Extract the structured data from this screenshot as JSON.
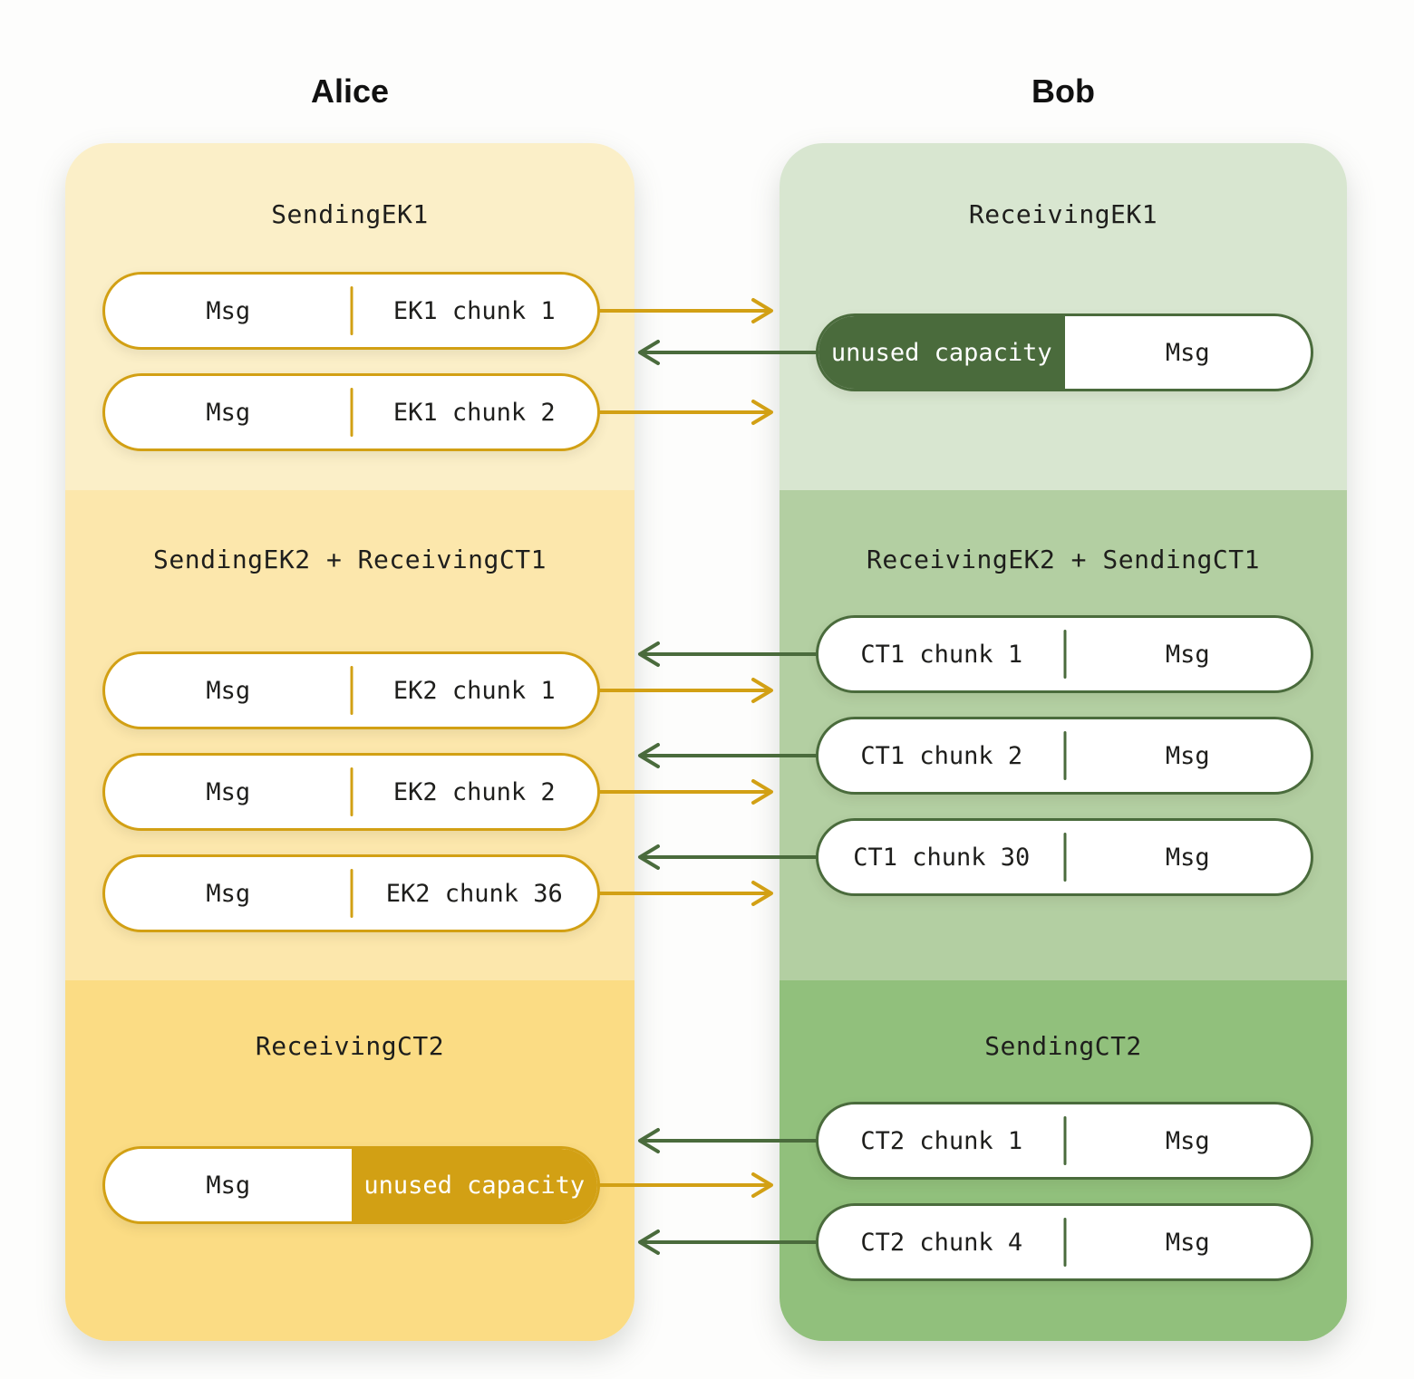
{
  "theme": {
    "gold": "#D2A014",
    "green": "#4A6B3C",
    "text": "#1E1E1C",
    "alice_s0": "#FBEFC8",
    "alice_s1": "#FCE7AC",
    "alice_s2": "#FBDC84",
    "bob_s0": "#D8E6D0",
    "bob_s1": "#B3CFA2",
    "bob_s2": "#91C07C"
  },
  "columns": {
    "alice": {
      "title": "Alice",
      "sections": [
        {
          "label": "SendingEK1",
          "pills": [
            {
              "left": "Msg",
              "right": "EK1 chunk 1",
              "variant": "outline"
            },
            {
              "left": "Msg",
              "right": "EK1 chunk 2",
              "variant": "outline"
            }
          ]
        },
        {
          "label": "SendingEK2 + ReceivingCT1",
          "pills": [
            {
              "left": "Msg",
              "right": "EK2 chunk 1",
              "variant": "outline"
            },
            {
              "left": "Msg",
              "right": "EK2 chunk 2",
              "variant": "outline"
            },
            {
              "left": "Msg",
              "right": "EK2 chunk 36",
              "variant": "outline"
            }
          ]
        },
        {
          "label": "ReceivingCT2",
          "pills": [
            {
              "left": "Msg",
              "right": "unused capacity",
              "variant": "fill-right"
            }
          ]
        }
      ]
    },
    "bob": {
      "title": "Bob",
      "sections": [
        {
          "label": "ReceivingEK1",
          "pills": [
            {
              "left": "unused capacity",
              "right": "Msg",
              "variant": "fill-left"
            }
          ]
        },
        {
          "label": "ReceivingEK2 + SendingCT1",
          "pills": [
            {
              "left": "CT1 chunk 1",
              "right": "Msg",
              "variant": "outline"
            },
            {
              "left": "CT1 chunk 2",
              "right": "Msg",
              "variant": "outline"
            },
            {
              "left": "CT1 chunk 30",
              "right": "Msg",
              "variant": "outline"
            }
          ]
        },
        {
          "label": "SendingCT2",
          "pills": [
            {
              "left": "CT2 chunk 1",
              "right": "Msg",
              "variant": "outline"
            },
            {
              "left": "CT2 chunk 4",
              "right": "Msg",
              "variant": "outline"
            }
          ]
        }
      ]
    }
  },
  "arrows": [
    {
      "source": "alice",
      "section": 0,
      "pill": 0,
      "direction": "right",
      "color": "gold"
    },
    {
      "source": "bob",
      "section": 0,
      "pill": 0,
      "direction": "left",
      "color": "green"
    },
    {
      "source": "alice",
      "section": 0,
      "pill": 1,
      "direction": "right",
      "color": "gold"
    },
    {
      "source": "bob",
      "section": 1,
      "pill": 0,
      "direction": "left",
      "color": "green"
    },
    {
      "source": "alice",
      "section": 1,
      "pill": 0,
      "direction": "right",
      "color": "gold"
    },
    {
      "source": "bob",
      "section": 1,
      "pill": 1,
      "direction": "left",
      "color": "green"
    },
    {
      "source": "alice",
      "section": 1,
      "pill": 1,
      "direction": "right",
      "color": "gold"
    },
    {
      "source": "bob",
      "section": 1,
      "pill": 2,
      "direction": "left",
      "color": "green"
    },
    {
      "source": "alice",
      "section": 1,
      "pill": 2,
      "direction": "right",
      "color": "gold"
    },
    {
      "source": "bob",
      "section": 2,
      "pill": 0,
      "direction": "left",
      "color": "green"
    },
    {
      "source": "alice",
      "section": 2,
      "pill": 0,
      "direction": "right",
      "color": "gold"
    },
    {
      "source": "bob",
      "section": 2,
      "pill": 1,
      "direction": "left",
      "color": "green"
    }
  ]
}
